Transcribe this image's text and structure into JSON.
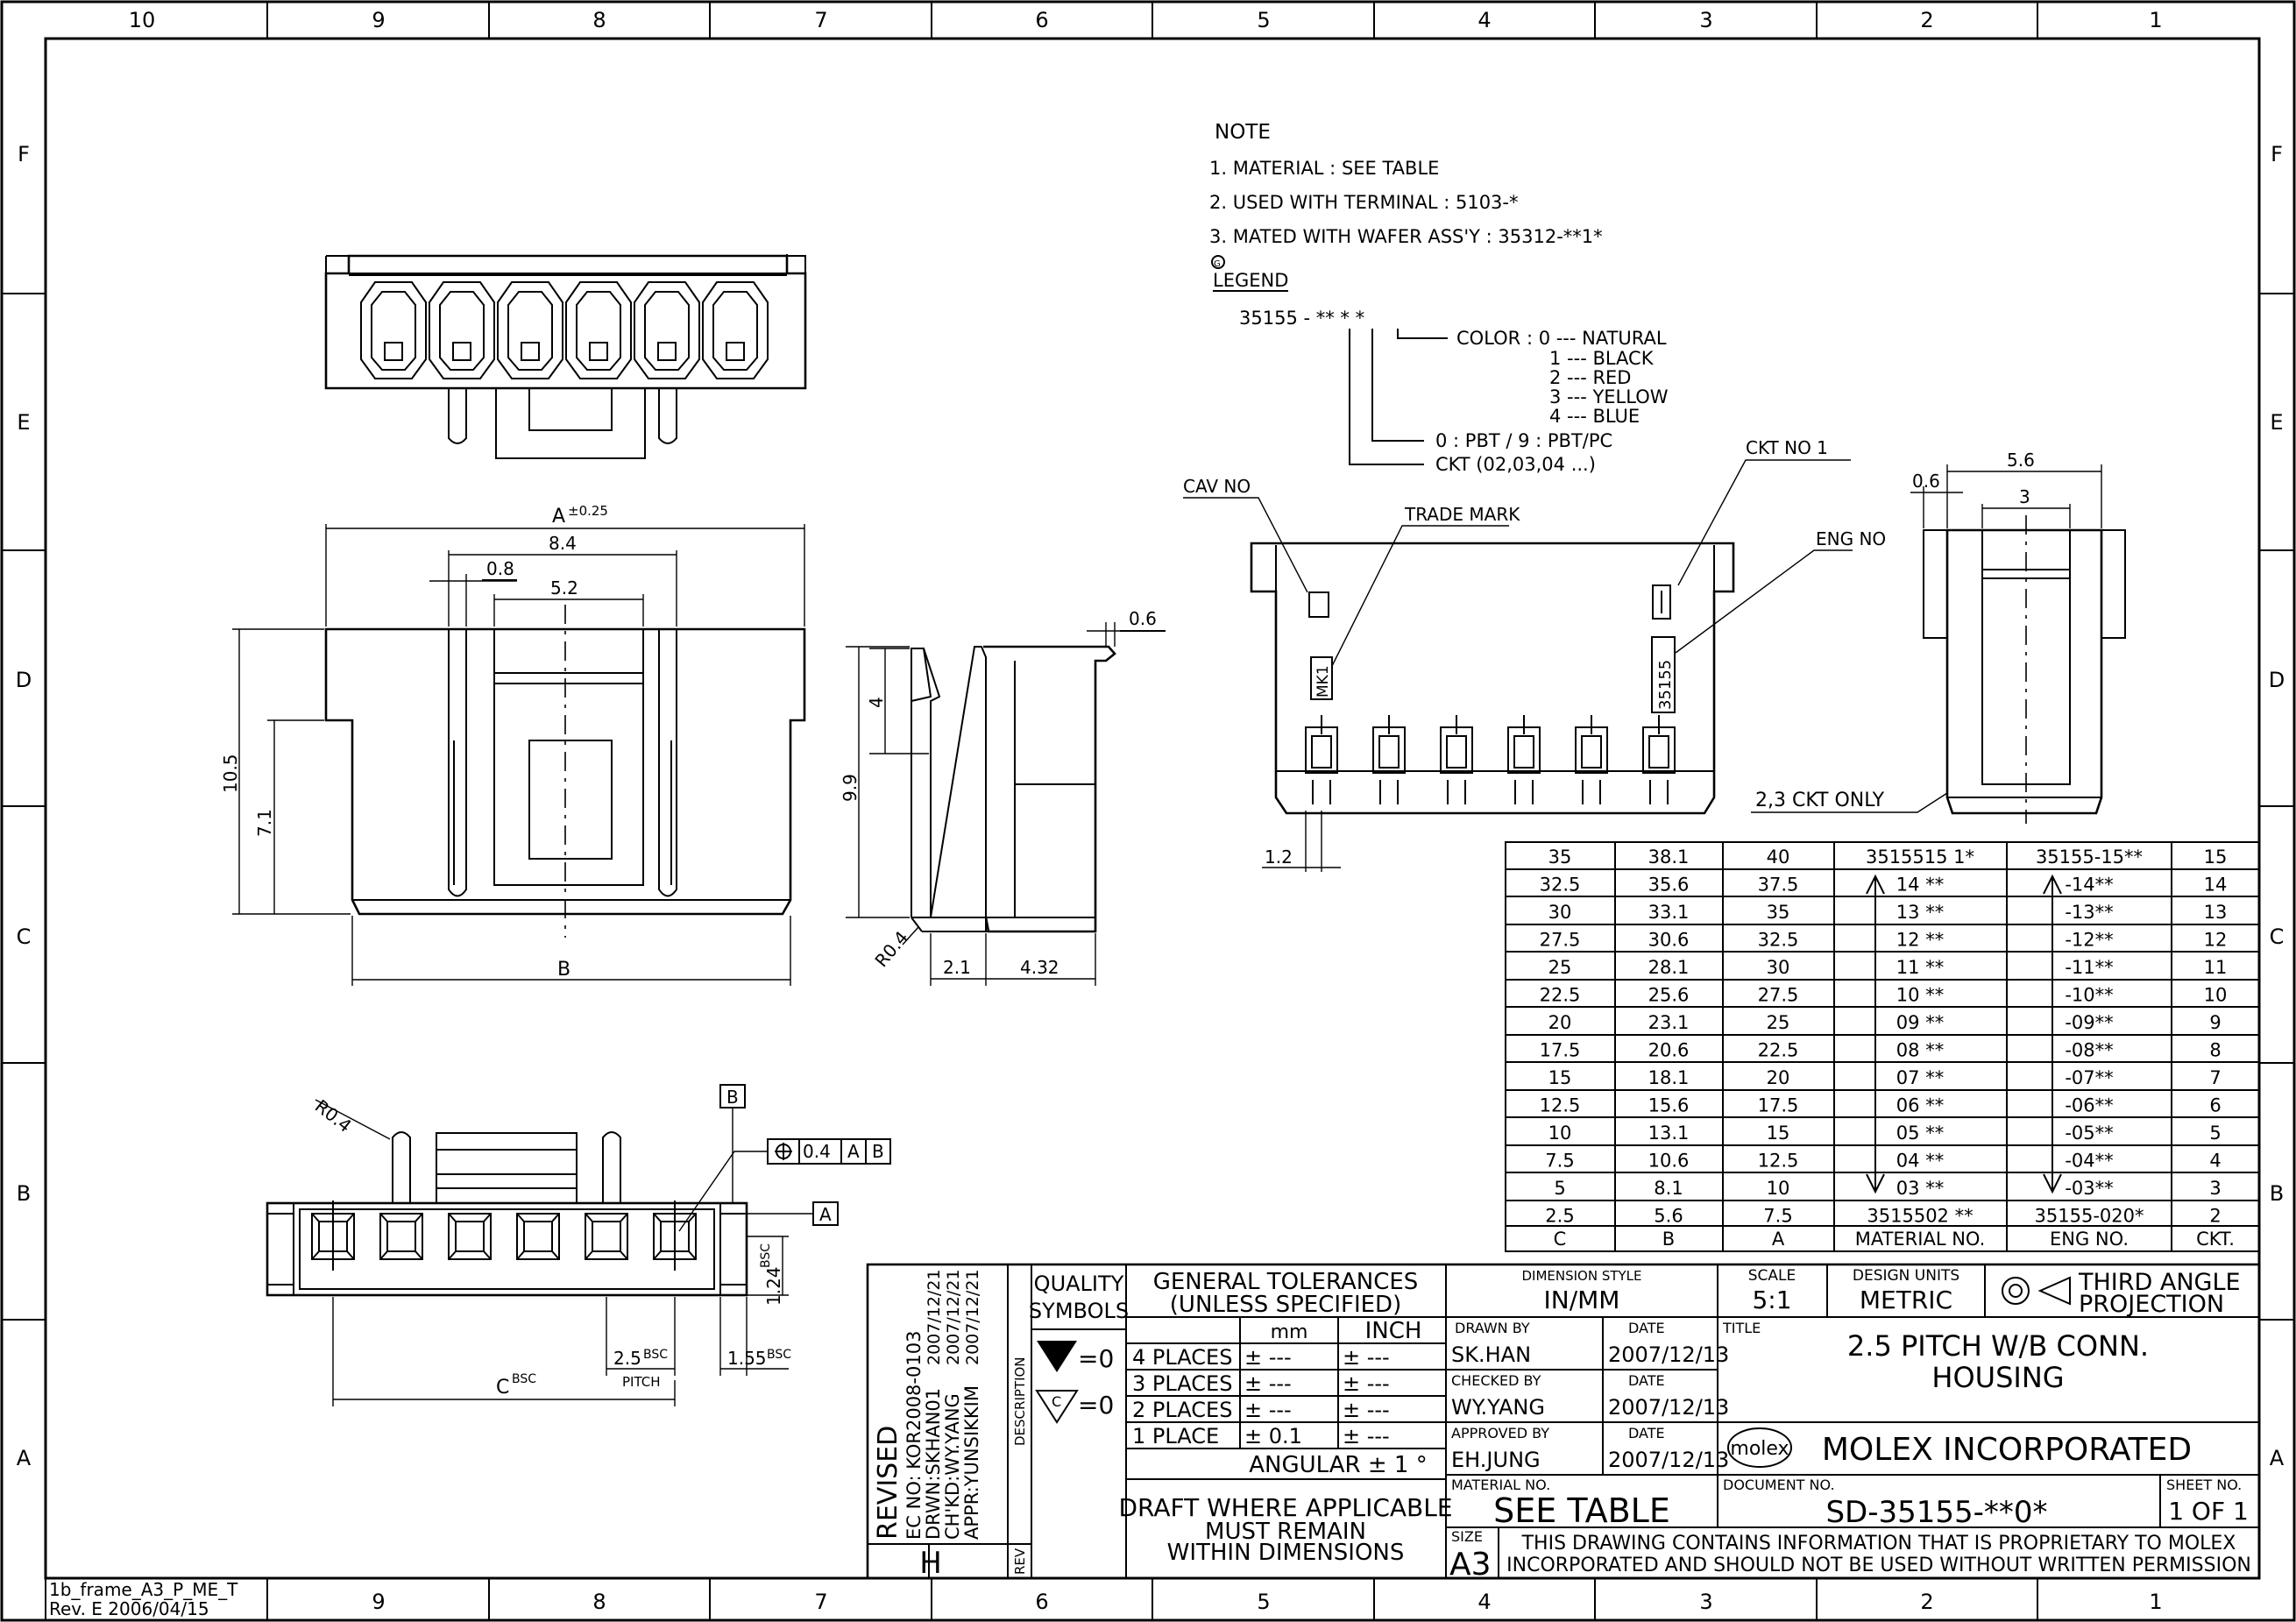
{
  "frame": {
    "cols_top": [
      "10",
      "9",
      "8",
      "7",
      "6",
      "5",
      "4",
      "3",
      "2",
      "1"
    ],
    "cols_bottom": [
      "9",
      "8",
      "7",
      "6",
      "5",
      "4",
      "3",
      "2",
      "1"
    ],
    "rows": [
      "F",
      "E",
      "D",
      "C",
      "B",
      "A"
    ],
    "frame_id_1": "1b_frame_A3_P_ME_T",
    "frame_id_2": "Rev. E 2006/04/15"
  },
  "notes": {
    "heading": "NOTE",
    "n1": "1. MATERIAL : SEE TABLE",
    "n2": "2. USED WITH TERMINAL : 5103-*",
    "n3": "3. MATED WITH WAFER ASS'Y : 35312-**1*",
    "legend_mark": "G",
    "legend_title": "LEGEND",
    "legend_code": "35155 -  **  *  *",
    "color_label": "COLOR : 0  --- NATURAL",
    "color_1": "1  --- BLACK",
    "color_2": "2  --- RED",
    "color_3": "3  --- YELLOW",
    "color_4": "4  --- BLUE",
    "material_code": "0 : PBT / 9 : PBT/PC",
    "ckt_code": "CKT (02,03,04 ...)"
  },
  "labels": {
    "cav_no": "CAV NO",
    "trade_mark": "TRADE MARK",
    "ckt_no_1": "CKT NO 1",
    "eng_no": "ENG NO",
    "mk1": "MK1",
    "part_mark": "35155",
    "ckt_only": "2,3 CKT ONLY"
  },
  "dims": {
    "a": "A",
    "a_tol": "±0.25",
    "d8_4": "8.4",
    "d0_8": "0.8",
    "d5_2": "5.2",
    "d10_5": "10.5",
    "d7_1": "7.1",
    "b": "B",
    "d0_6": "0.6",
    "d4": "4",
    "d9_9": "9.9",
    "r0_4": "R0.4",
    "d2_1": "2.1",
    "d4_32": "4.32",
    "d5_6": "5.6",
    "d0_6b": "0.6",
    "d3": "3",
    "d1_2": "1.2",
    "r0_4b": "R0.4",
    "datum_b": "B",
    "datum_a": "A",
    "fcf_val": "0.4",
    "fcf_a": "A",
    "fcf_b": "B",
    "d1_24": "1.24",
    "bsc": "BSC",
    "d2_5": "2.5",
    "pitch": "PITCH",
    "d1_55": "1.55",
    "c": "C"
  },
  "table": {
    "rows": [
      [
        "35",
        "38.1",
        "40",
        "3515515 1*",
        "35155-15**",
        "15"
      ],
      [
        "32.5",
        "35.6",
        "37.5",
        "14 **",
        "-14**",
        "14"
      ],
      [
        "30",
        "33.1",
        "35",
        "13 **",
        "-13**",
        "13"
      ],
      [
        "27.5",
        "30.6",
        "32.5",
        "12 **",
        "-12**",
        "12"
      ],
      [
        "25",
        "28.1",
        "30",
        "11 **",
        "-11**",
        "11"
      ],
      [
        "22.5",
        "25.6",
        "27.5",
        "10 **",
        "-10**",
        "10"
      ],
      [
        "20",
        "23.1",
        "25",
        "09 **",
        "-09**",
        "9"
      ],
      [
        "17.5",
        "20.6",
        "22.5",
        "08 **",
        "-08**",
        "8"
      ],
      [
        "15",
        "18.1",
        "20",
        "07 **",
        "-07**",
        "7"
      ],
      [
        "12.5",
        "15.6",
        "17.5",
        "06 **",
        "-06**",
        "6"
      ],
      [
        "10",
        "13.1",
        "15",
        "05 **",
        "-05**",
        "5"
      ],
      [
        "7.5",
        "10.6",
        "12.5",
        "04 **",
        "-04**",
        "4"
      ],
      [
        "5",
        "8.1",
        "10",
        "03 **",
        "-03**",
        "3"
      ],
      [
        "2.5",
        "5.6",
        "7.5",
        "3515502 **",
        "35155-020*",
        "2"
      ]
    ],
    "header": [
      "C",
      "B",
      "A",
      "MATERIAL NO.",
      "ENG NO.",
      "CKT."
    ]
  },
  "title_block": {
    "revised": "REVISED",
    "ec_no": "EC NO: KOR2008-0103",
    "drwn": "DRWN:SKHAN01",
    "chkd": "CH'KD:WY.YANG",
    "appr": "APPR:YUNSIKKIM",
    "date1": "2007/12/21",
    "date2": "2007/12/21",
    "date3": "2007/12/21",
    "rev_letter": "H",
    "description": "DESCRIPTION",
    "rev": "REV",
    "quality": "QUALITY",
    "symbols": "SYMBOLS",
    "sym_eq1": "=0",
    "sym_c": "C",
    "sym_eq2": "=0",
    "gen_tol_1": "GENERAL TOLERANCES",
    "gen_tol_2": "(UNLESS SPECIFIED)",
    "mm": "mm",
    "inch": "INCH",
    "tol_rows": [
      [
        "4 PLACES",
        "± ---",
        "± ---"
      ],
      [
        "3 PLACES",
        "± ---",
        "± ---"
      ],
      [
        "2 PLACES",
        "± ---",
        "± ---"
      ],
      [
        "1 PLACE",
        "± 0.1",
        "± ---"
      ]
    ],
    "angular": "ANGULAR ± 1 °",
    "draft_1": "DRAFT WHERE APPLICABLE",
    "draft_2": "MUST REMAIN",
    "draft_3": "WITHIN DIMENSIONS",
    "dim_style_label": "DIMENSION STYLE",
    "dim_style": "IN/MM",
    "scale_label": "SCALE",
    "scale": "5:1",
    "units_label": "DESIGN UNITS",
    "units": "METRIC",
    "projection_1": "THIRD ANGLE",
    "projection_2": "PROJECTION",
    "drawn_by_label": "DRAWN BY",
    "drawn_by": "SK.HAN",
    "date_label": "DATE",
    "drawn_date": "2007/12/13",
    "checked_by_label": "CHECKED BY",
    "checked_by": "WY.YANG",
    "checked_date": "2007/12/13",
    "approved_by_label": "APPROVED BY",
    "approved_by": "EH.JUNG",
    "approved_date": "2007/12/13",
    "title_label": "TITLE",
    "title_1": "2.5 PITCH W/B CONN.",
    "title_2": "HOUSING",
    "logo": "molex",
    "company": "MOLEX INCORPORATED",
    "material_no_label": "MATERIAL NO.",
    "material_no": "SEE TABLE",
    "document_no_label": "DOCUMENT NO.",
    "document_no": "SD-35155-**0*",
    "sheet_no_label": "SHEET NO.",
    "sheet_no": "1 OF 1",
    "size_label": "SIZE",
    "size": "A3",
    "proprietary_1": "THIS DRAWING CONTAINS INFORMATION THAT IS PROPRIETARY TO MOLEX",
    "proprietary_2": "INCORPORATED AND SHOULD NOT BE USED WITHOUT WRITTEN PERMISSION"
  }
}
